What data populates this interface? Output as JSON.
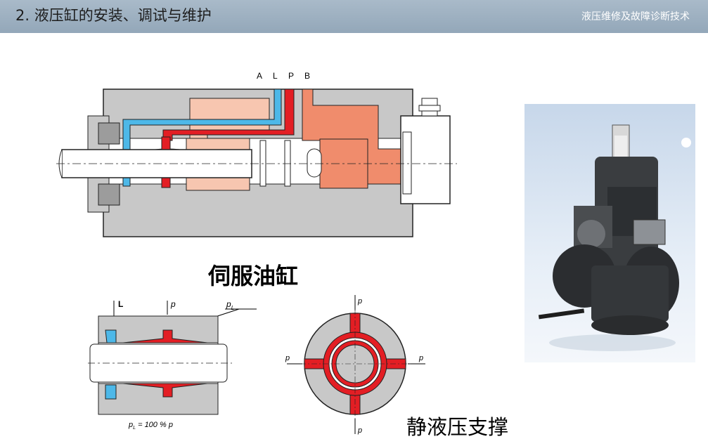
{
  "header": {
    "title": "2. 液压缸的安装、调试与维护",
    "subtitle": "液压维修及故障诊断技术"
  },
  "servo_diagram": {
    "port_labels": [
      "A",
      "L",
      "P",
      "B"
    ]
  },
  "servo_caption": "伺服油缸",
  "bearing_diagram": {
    "label_L": "L",
    "label_p": "p",
    "label_pL": "p",
    "label_pL_sub": "L",
    "formula_p": "p",
    "formula_sub": "L",
    "formula_rest": " = 100 % ",
    "formula_end": "p"
  },
  "support_diagram": {
    "pressure_label": "p"
  },
  "support_caption": "静液压支撑",
  "colors": {
    "header_bg": "#9fb2c4",
    "oil_red": "#e31e24",
    "oil_blue": "#4db8e8",
    "oil_pink": "#f7c6b0",
    "oil_salmon": "#f08c6c",
    "body_gray": "#c8c8c8"
  }
}
